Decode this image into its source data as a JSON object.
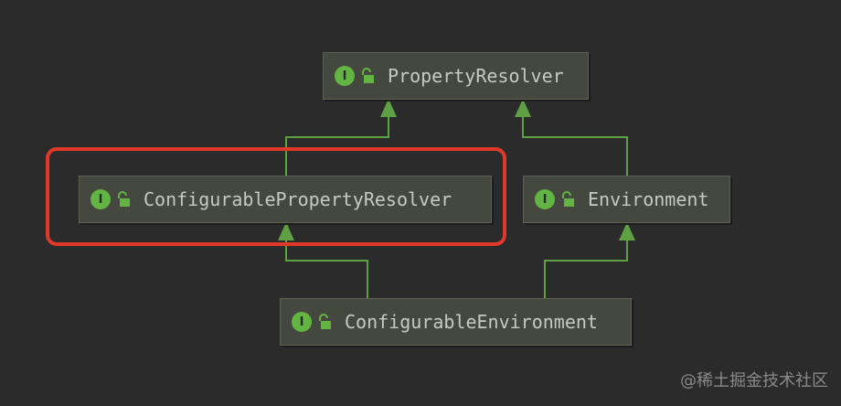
{
  "diagram": {
    "nodes": {
      "property_resolver": {
        "label": "PropertyResolver",
        "kind_badge": "I"
      },
      "configurable_property_resolver": {
        "label": "ConfigurablePropertyResolver",
        "kind_badge": "I"
      },
      "environment": {
        "label": "Environment",
        "kind_badge": "I"
      },
      "configurable_environment": {
        "label": "ConfigurableEnvironment",
        "kind_badge": "I"
      }
    },
    "edges": [
      {
        "from": "configurable_property_resolver",
        "to": "property_resolver",
        "type": "extends"
      },
      {
        "from": "environment",
        "to": "property_resolver",
        "type": "extends"
      },
      {
        "from": "configurable_environment",
        "to": "configurable_property_resolver",
        "type": "extends"
      },
      {
        "from": "configurable_environment",
        "to": "environment",
        "type": "extends"
      }
    ],
    "highlighted_node": "configurable_property_resolver",
    "colors": {
      "background": "#2b2b2b",
      "node_fill": "#45483e",
      "edge": "#5fa045",
      "interface_badge": "#62b543",
      "highlight": "#e0392c"
    }
  },
  "watermark": "@稀土掘金技术社区"
}
